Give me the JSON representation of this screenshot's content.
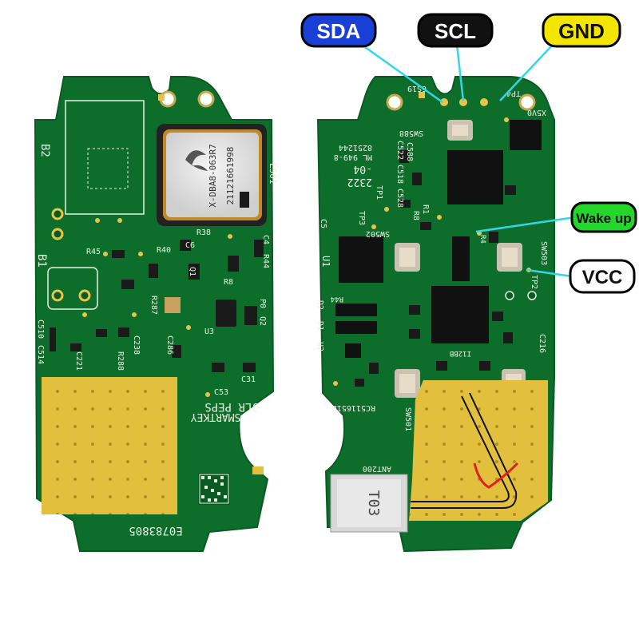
{
  "labels": {
    "sda": {
      "text": "SDA",
      "color": "#1a3fd6"
    },
    "scl": {
      "text": "SCL",
      "color": "#111111"
    },
    "gnd": {
      "text": "GND",
      "color": "#f2e600"
    },
    "wake": {
      "text": "Wake up",
      "color": "#22d62a"
    },
    "vcc": {
      "text": "VCC",
      "color": "#ffffff"
    }
  },
  "colors": {
    "board": "#0d6e2c",
    "board_dark": "#0a5a23",
    "pad": "#e6c44a",
    "leader": "#33d6e6"
  },
  "left_board": {
    "chip_line1": "X-DBA8-063R7",
    "chip_line2": "21121661998",
    "text_line1": "JLR PEPS",
    "text_line2": "SMARTKEY",
    "part_number": "E0783805",
    "refs": {
      "b2": "B2",
      "b1": "B1",
      "l501": "L501",
      "r45": "R45",
      "r40": "R40",
      "c6": "C6",
      "r38": "R38",
      "c4": "C4",
      "r44": "R44",
      "q1": "Q1",
      "r8": "R8",
      "p0": "P0",
      "q2": "Q2",
      "r287": "R287",
      "u3": "U3",
      "c286": "C286",
      "c31": "C31",
      "c53": "C53",
      "c238": "C238",
      "r288": "R288",
      "c221": "C221",
      "c510": "C510",
      "c514": "C514"
    }
  },
  "right_board": {
    "refs": {
      "sw588": "SW588",
      "c522": "C522",
      "c588": "C588",
      "c518": "C518",
      "c528": "C528",
      "tp3": "TP3",
      "tp1": "TP1",
      "r8": "R8",
      "r1": "R1",
      "c5": "C5",
      "sw502": "SW502",
      "u1": "U1",
      "r44": "R44",
      "d2": "D2",
      "d1": "D1",
      "u2": "U2",
      "x5v0": "X5V0",
      "tp2": "TP2",
      "sw503": "SW503",
      "c216": "C216",
      "r4": "R4",
      "i12bb": "I12BB",
      "sw501": "SW501",
      "rc5": "RC511651B",
      "ant": "ANT200",
      "t03": "T03",
      "tp4": "TP4",
      "s19": "6S19"
    },
    "id_block": "2322\n-04\nML 949-8\n8251244"
  }
}
